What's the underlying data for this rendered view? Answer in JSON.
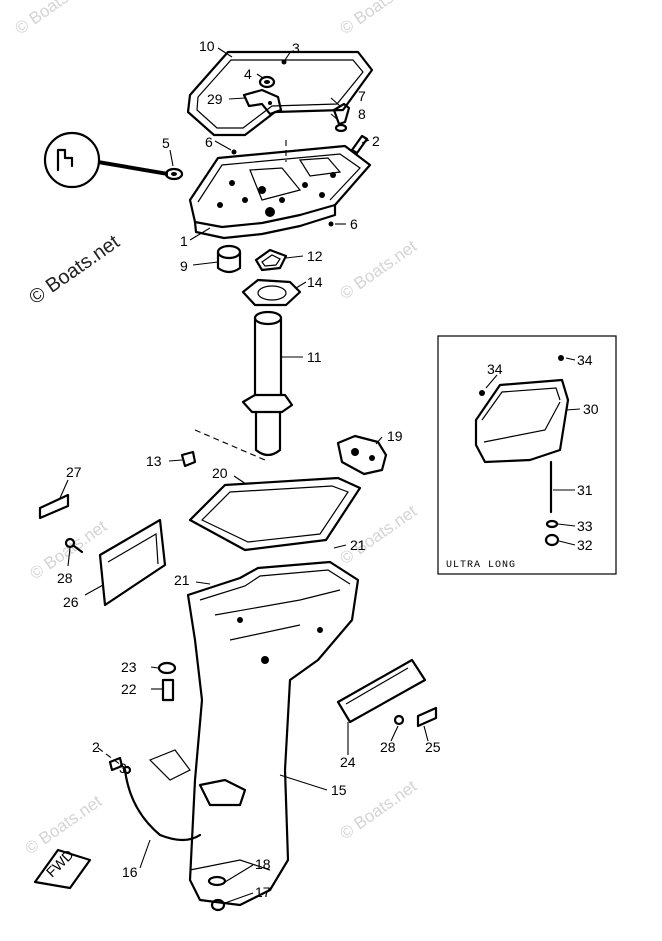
{
  "watermark": {
    "text": "© Boats.net"
  },
  "inset": {
    "caption": "ULTRA LONG"
  },
  "fwd_label": "FWD",
  "callouts": {
    "n1": "1",
    "n2": "2",
    "n3": "3",
    "n4": "4",
    "n5": "5",
    "n6": "6",
    "n7": "7",
    "n8": "8",
    "n9": "9",
    "n10": "10",
    "n11": "11",
    "n12": "12",
    "n13": "13",
    "n14": "14",
    "n15": "15",
    "n16": "16",
    "n17": "17",
    "n18": "18",
    "n19": "19",
    "n20": "20",
    "n21": "21",
    "n22": "22",
    "n23": "23",
    "n24": "24",
    "n25": "25",
    "n26": "26",
    "n27": "27",
    "n28": "28",
    "n29": "29",
    "n30": "30",
    "n31": "31",
    "n32": "32",
    "n33": "33",
    "n34": "34"
  }
}
